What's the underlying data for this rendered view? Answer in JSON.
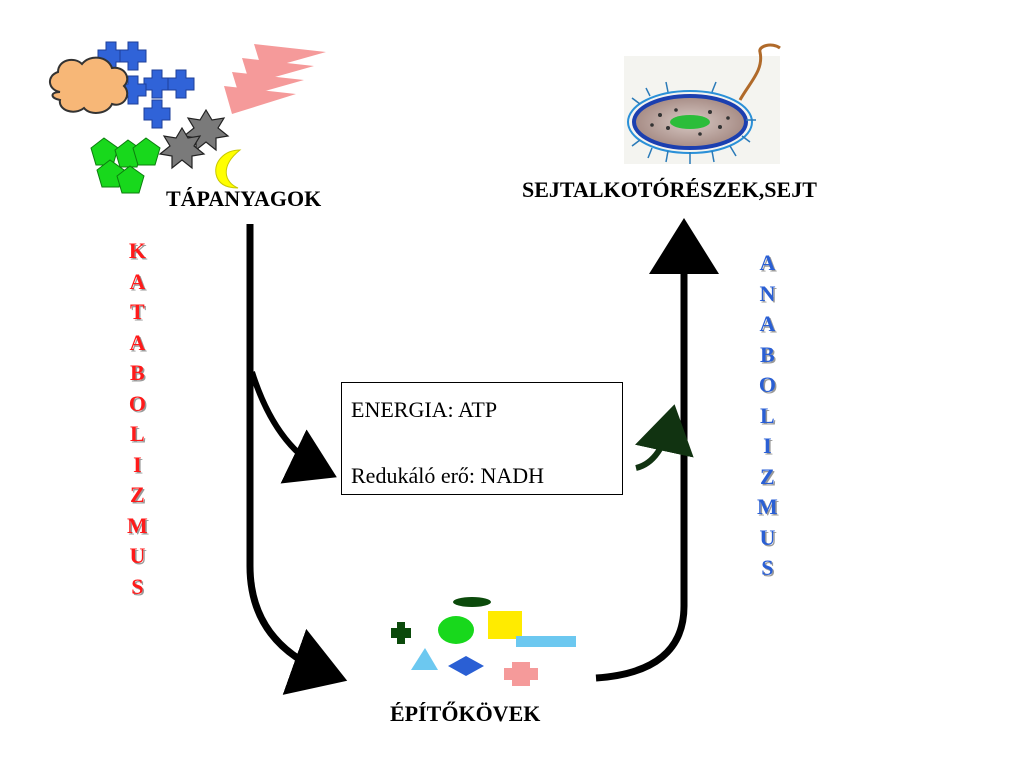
{
  "labels": {
    "nutrients": "TÁPANYAGOK",
    "cell": "SEJTALKOTÓRÉSZEK,SEJT",
    "building_blocks": "ÉPÍTŐKÖVEK"
  },
  "energy_box": {
    "line1": "ENERGIA: ATP",
    "line2": "Redukáló erő: NADH"
  },
  "catabolism_letters": [
    "K",
    "A",
    "T",
    "A",
    "B",
    "O",
    "L",
    "I",
    "Z",
    "M",
    "U",
    "S"
  ],
  "anabolism_letters": [
    "A",
    "N",
    "A",
    "B",
    "O",
    "L",
    "I",
    "Z",
    "M",
    "U",
    "S"
  ],
  "colors": {
    "catabolism": "#ff1a1a",
    "anabolism": "#2a5fd4",
    "arrows": "#000000",
    "energy_arrow": "#113311"
  },
  "icons": {
    "nutrients": [
      "blue-cross-cluster-icon",
      "orange-cloud-icon",
      "green-pentagon-cluster-icon",
      "pink-wedge-stack-icon",
      "gray-star-shape-icon",
      "yellow-crescent-icon"
    ],
    "cell": "bacterium-icon",
    "building_blocks": [
      "dark-green-ellipse-icon",
      "dark-green-cross-icon",
      "green-circle-icon",
      "yellow-square-icon",
      "light-blue-bar-icon",
      "light-blue-triangle-icon",
      "blue-diamond-icon",
      "pink-cross-icon"
    ]
  }
}
